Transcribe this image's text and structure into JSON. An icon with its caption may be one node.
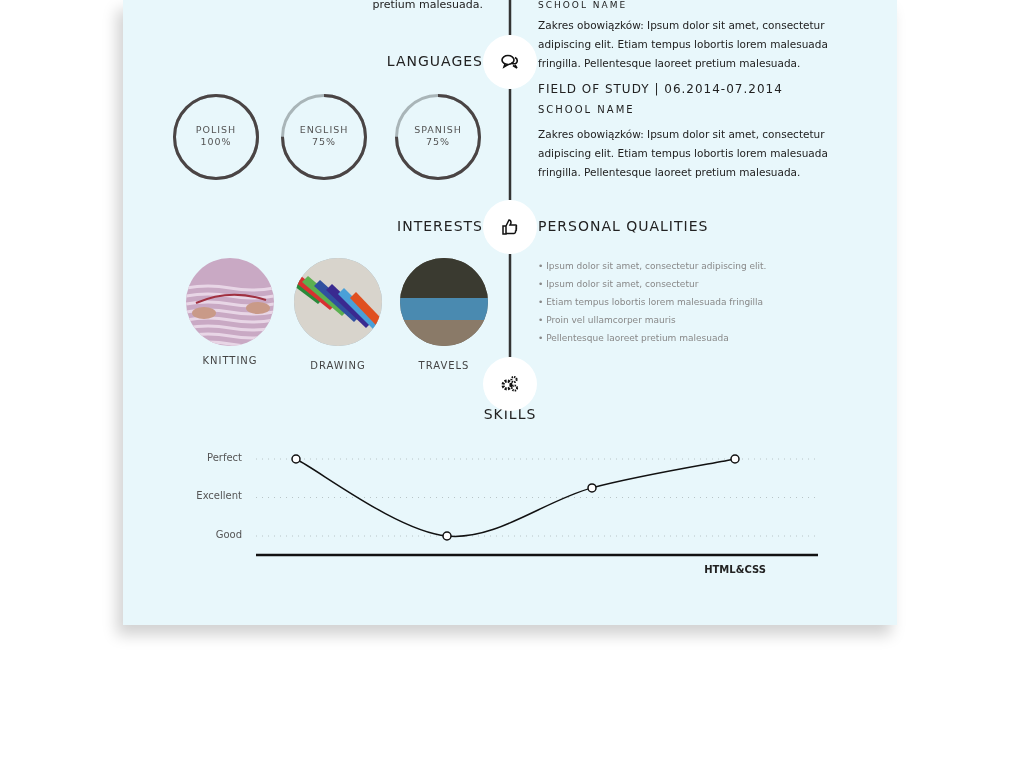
{
  "diagram": {
    "nodes": [
      {
        "text": [],
        "shape": "circle"
      },
      {
        "text": [
          "POLISH",
          "100%"
        ]
      },
      {
        "text": [
          "ENGLISH",
          "75%"
        ]
      },
      {
        "text": [
          "SPANISH",
          "75%"
        ]
      },
      {
        "text": [],
        "shape": "circle"
      },
      {
        "text": [],
        "shape": "picture",
        "beside": [
          "KNITTING"
        ]
      },
      {
        "text": [],
        "shape": "picture",
        "beside": [
          "DRAWING"
        ]
      },
      {
        "text": [],
        "shape": "picture",
        "beside": [
          "TRAVELS"
        ]
      },
      {
        "text": [],
        "shape": "circle"
      }
    ],
    "edges": [
      {
        "from": null,
        "to": 0,
        "arrow": "none"
      },
      {
        "from": 0,
        "to": 4,
        "arrow": "none"
      },
      {
        "from": 4,
        "to": 8,
        "arrow": "none"
      }
    ],
    "labels": [
      "pretium malesuada.",
      "SCHOOL NAME",
      "Zakres obowiązków: Ipsum dolor sit amet, consectetur adipiscing elit. Etiam tempus lobortis lorem malesuada fringilla. Pellentesque laoreet pretium malesuada.",
      "LANGUAGES",
      "FIELD OF STUDY | 06.2014-07.2014",
      "SCHOOL NAME",
      "Zakres obowiązków: Ipsum dolor sit amet, consectetur adipiscing elit. Etiam tempus lobortis lorem malesuada fringilla. Pellentesque laoreet pretium malesuada.",
      "INTERESTS",
      "PERSONAL QUALITIES",
      "• Ipsum dolor sit amet, consectetur adipiscing elit.",
      "• Ipsum dolor sit amet, consectetur",
      "• Etiam tempus lobortis lorem malesuada fringilla",
      "• Proin vel ullamcorper mauris",
      "• Pellentesque laoreet pretium malesuada",
      "SKILLS",
      "Perfect",
      "Excellent",
      "Good",
      "HTML&CSS"
    ]
  }
}
